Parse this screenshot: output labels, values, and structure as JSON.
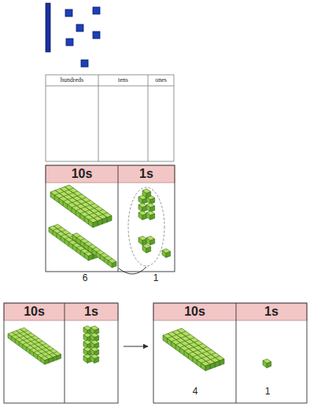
{
  "diagram": {
    "labels": [
      "hundreds",
      "tens",
      "ones",
      "10s",
      "1s",
      "6",
      "1",
      "10s",
      "1s",
      "10s",
      "1s",
      "4",
      "1"
    ]
  }
}
